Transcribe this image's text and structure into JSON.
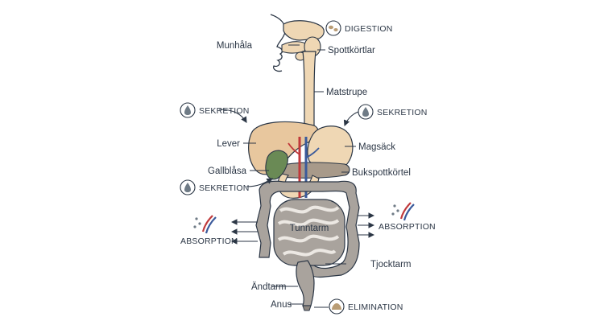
{
  "labels": {
    "munhala": "Munhåla",
    "spottkortlar": "Spottkörtlar",
    "matstrupe": "Matstrupe",
    "lever": "Lever",
    "magsack": "Magsäck",
    "gallblasa": "Gallblåsa",
    "bukspottkortel": "Bukspottkörtel",
    "tunntarm": "Tunntarm",
    "tjocktarm": "Tjocktarm",
    "andtarm": "Ändtarm",
    "anus": "Anus"
  },
  "processes": {
    "digestion": "DIGESTION",
    "sekretion": "SEKRETION",
    "absorption": "ABSORPTION",
    "elimination": "ELIMINATION"
  },
  "colors": {
    "outline": "#2b3645",
    "tan": "#efd7b4",
    "liver": "#e8c79e",
    "pancreas": "#a89a8a",
    "gallbladder": "#6a8a55",
    "intestine": "#a9a39d",
    "artery": "#c0393b",
    "vein": "#3a5a9b"
  },
  "icons": {
    "digestion": "digestion-icon",
    "secretion": "secretion-drop-icon",
    "absorption": "absorption-villus-icon",
    "elimination": "elimination-icon"
  }
}
